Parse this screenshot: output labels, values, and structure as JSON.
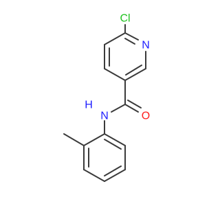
{
  "structure": {
    "atoms": {
      "chlorine": "Cl",
      "ring_nitrogen": "N",
      "amide_nitrogen": "N",
      "amide_hydrogen": "H",
      "carbonyl_oxygen": "O"
    },
    "colors": {
      "bond": "#3a3a3a",
      "chlorine": "#1fc21f",
      "nitrogen": "#1e1eff",
      "oxygen": "#ff1f1f"
    }
  }
}
